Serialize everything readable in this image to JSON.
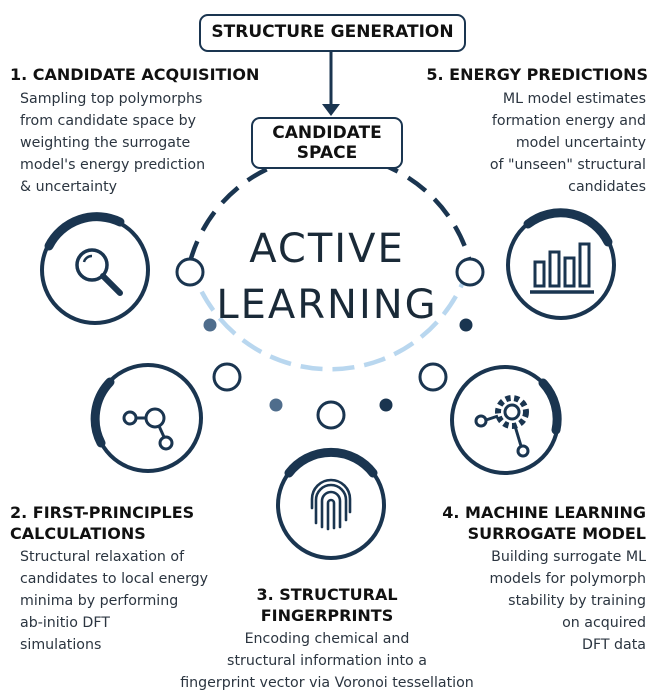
{
  "top": {
    "label": "STRUCTURE GENERATION"
  },
  "candidate_space": {
    "line1": "CANDIDATE",
    "line2": "SPACE"
  },
  "center": {
    "line1": "ACTIVE",
    "line2": "LEARNING"
  },
  "steps": [
    {
      "heading": [
        "1. CANDIDATE ACQUISITION"
      ],
      "desc": [
        "Sampling top polymorphs",
        "from candidate space by",
        "weighting the surrogate",
        "model's energy prediction",
        "& uncertainty"
      ],
      "icon": "magnifier-icon"
    },
    {
      "heading": [
        "2. FIRST-PRINCIPLES",
        "CALCULATIONS"
      ],
      "desc": [
        "Structural relaxation of",
        "candidates to local energy",
        "minima by performing",
        "ab-initio DFT",
        "simulations"
      ],
      "icon": "graph-nodes-icon"
    },
    {
      "heading": [
        "3. STRUCTURAL",
        "FINGERPRINTS"
      ],
      "desc": [
        "Encoding chemical and",
        "structural information into a",
        "fingerprint vector via Voronoi tessellation"
      ],
      "icon": "fingerprint-icon"
    },
    {
      "heading": [
        "4. MACHINE LEARNING",
        "SURROGATE MODEL"
      ],
      "desc": [
        "Building surrogate ML",
        "models for polymorph",
        "stability by training",
        "on acquired",
        "DFT data"
      ],
      "icon": "gear-network-icon"
    },
    {
      "heading": [
        "5. ENERGY PREDICTIONS"
      ],
      "desc": [
        "ML model estimates",
        "formation energy and",
        "model uncertainty",
        "of \"unseen\" structural",
        "candidates"
      ],
      "icon": "bar-chart-icon"
    }
  ],
  "colors": {
    "dark": "#1a3550",
    "mid": "#4f6d8c",
    "light": "#b9d7ef",
    "text": "#111111"
  }
}
